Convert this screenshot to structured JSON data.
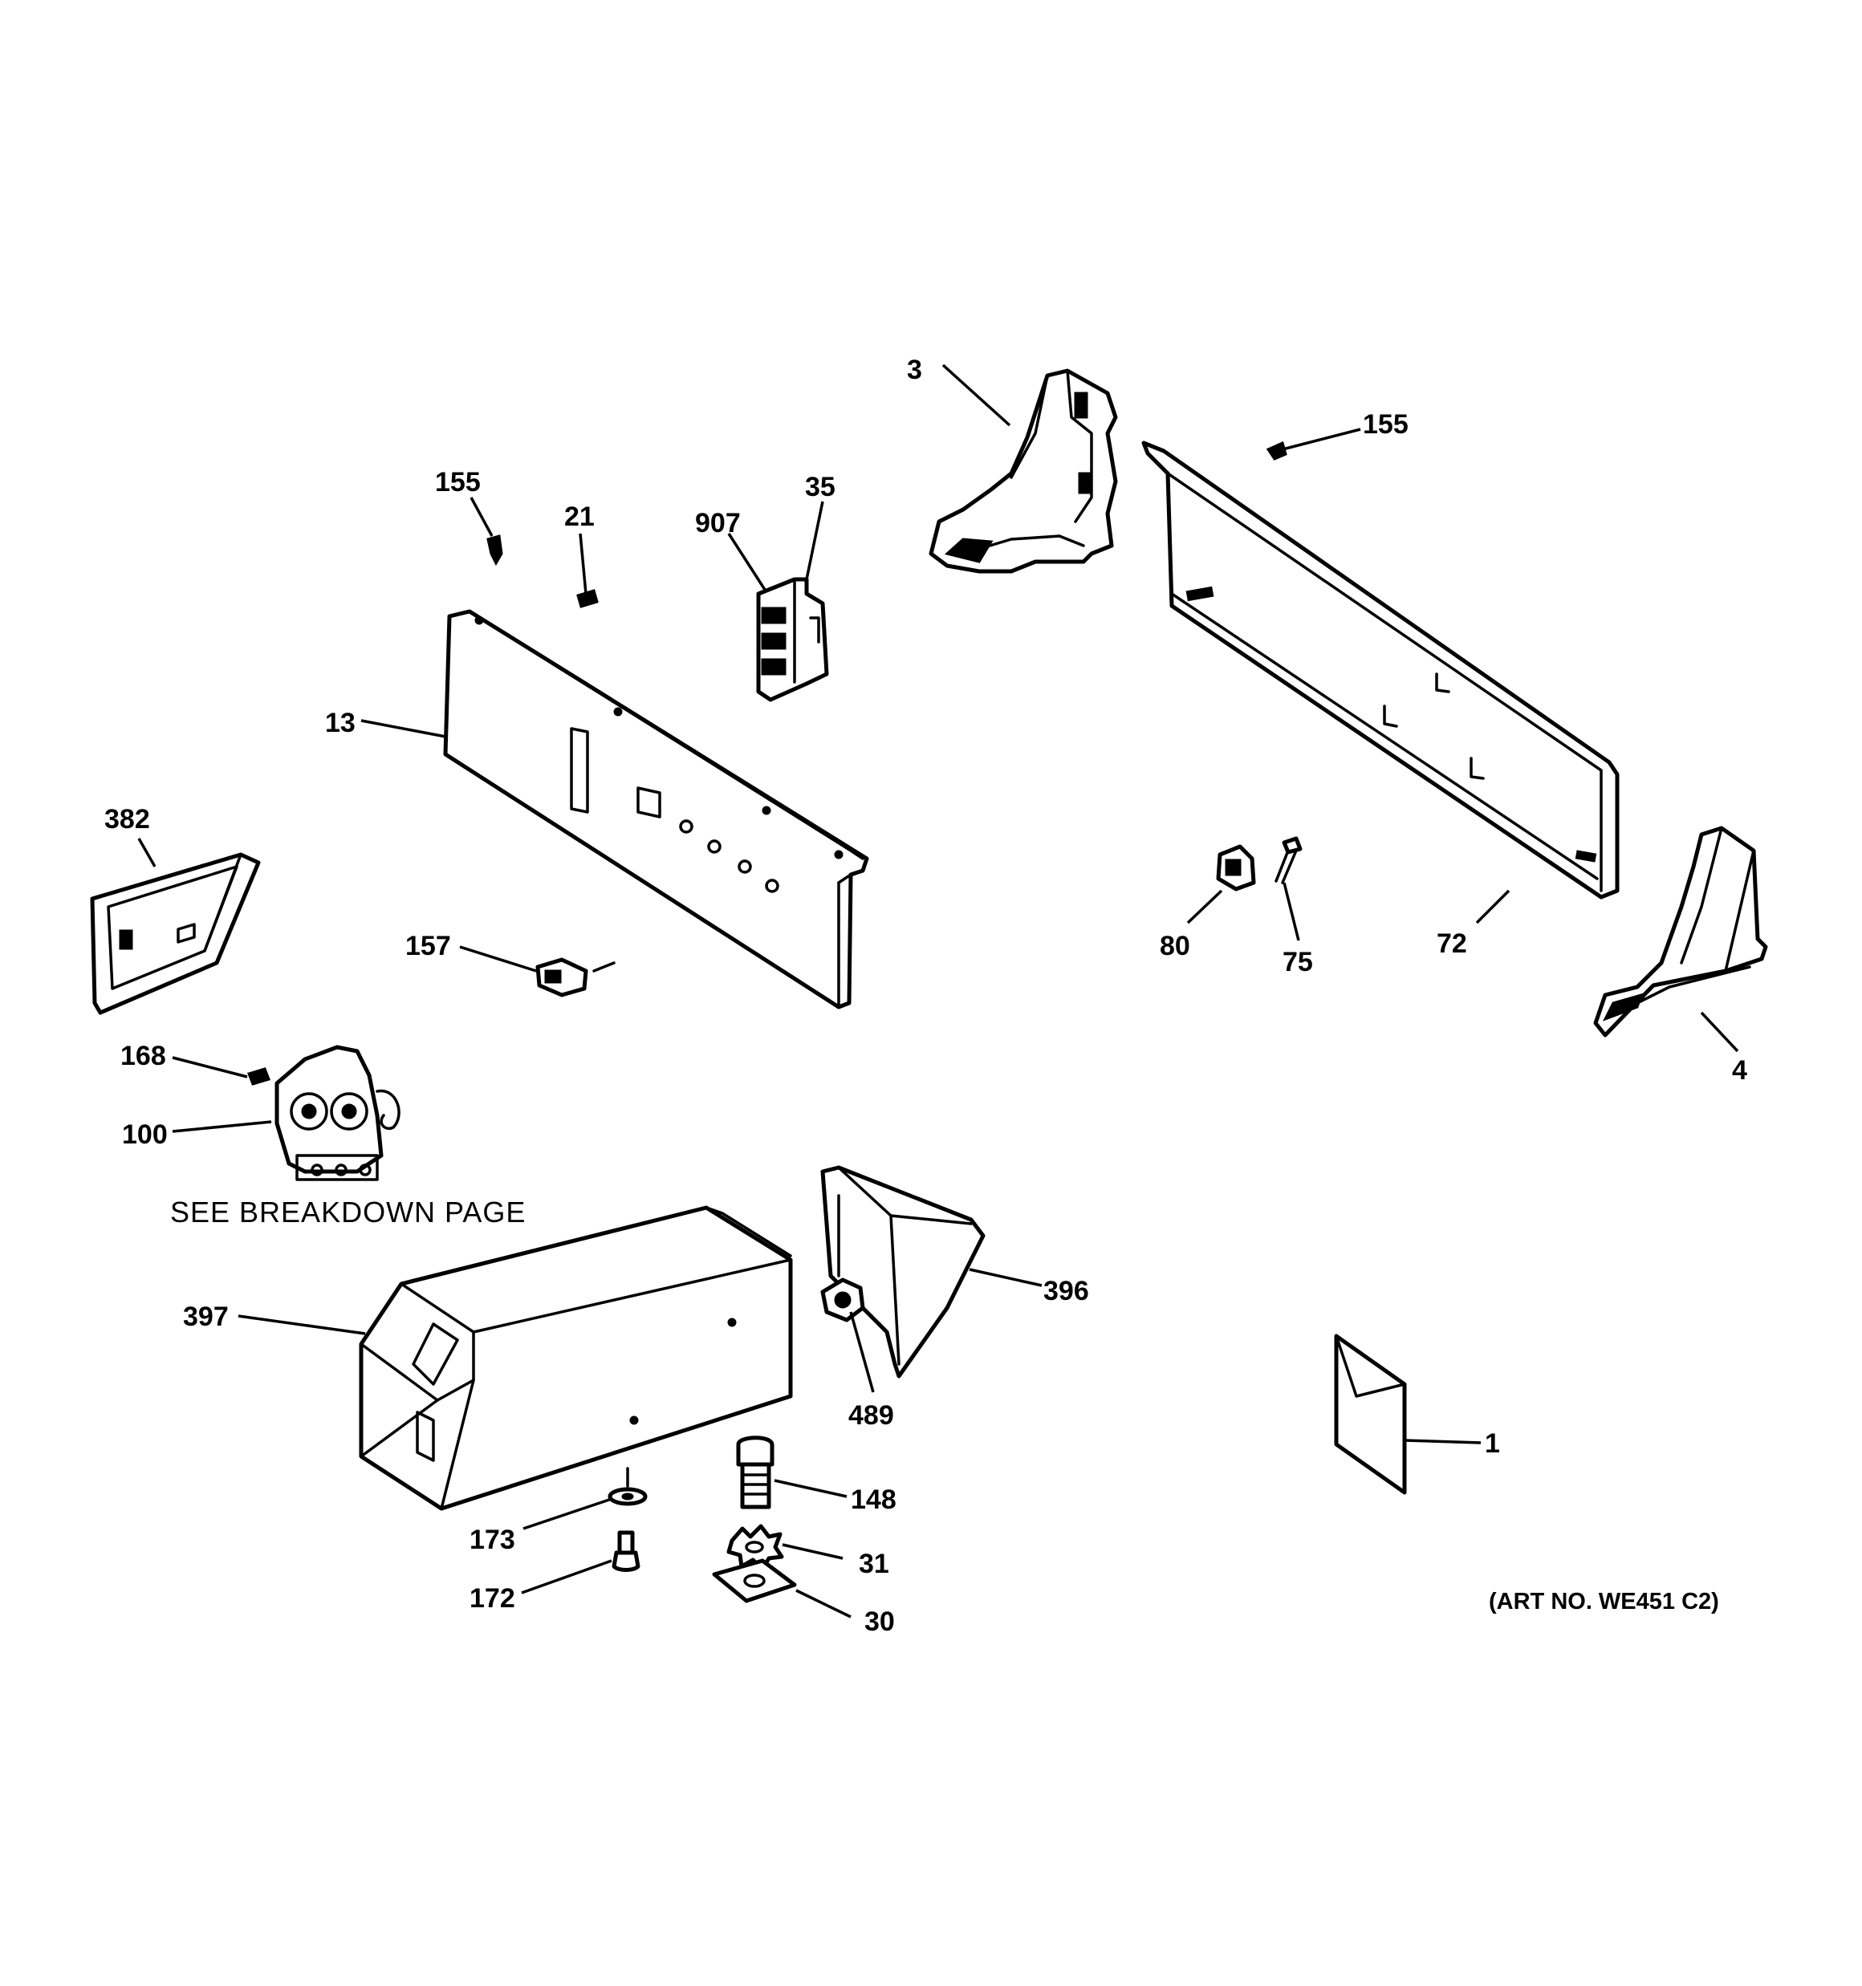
{
  "callouts": {
    "c3": "3",
    "c155_top": "155",
    "c155_left": "155",
    "c21": "21",
    "c35": "35",
    "c907": "907",
    "c13": "13",
    "c382": "382",
    "c157": "157",
    "c80": "80",
    "c75": "75",
    "c72": "72",
    "c4": "4",
    "c168": "168",
    "c100": "100",
    "c397": "397",
    "c396": "396",
    "c489": "489",
    "c1": "1",
    "c148": "148",
    "c173": "173",
    "c31": "31",
    "c172": "172",
    "c30": "30"
  },
  "notes": {
    "see_breakdown": "SEE BREAKDOWN PAGE",
    "art_no": "(ART NO. WE451 C2)"
  }
}
